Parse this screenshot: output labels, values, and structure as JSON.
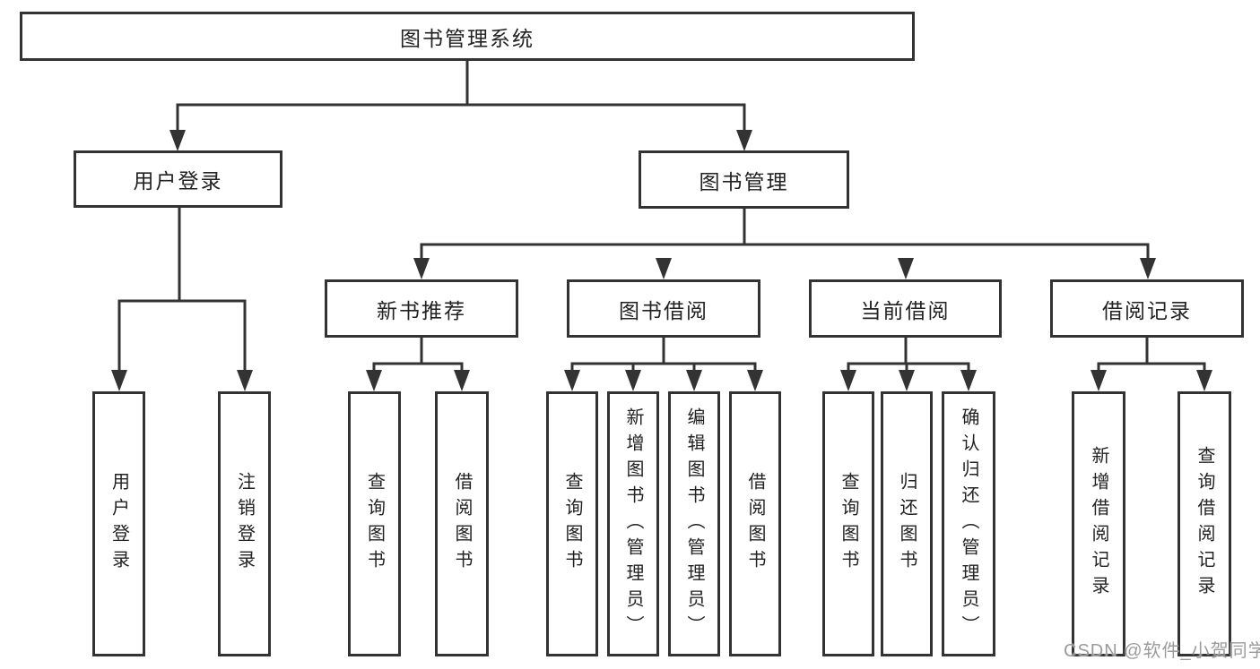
{
  "nodes": {
    "root": "图书管理系统",
    "user_login": "用户登录",
    "book_mgmt": "图书管理",
    "new_book_rec": "新书推荐",
    "book_borrow": "图书借阅",
    "current_borrow": "当前借阅",
    "borrow_record": "借阅记录",
    "leaf_user_login": "用户登录",
    "leaf_logout": "注销登录",
    "leaf_query_book_1": "查询图书",
    "leaf_borrow_book_1": "借阅图书",
    "leaf_query_book_2": "查询图书",
    "leaf_add_book": "新增图书（管理员）",
    "leaf_edit_book": "编辑图书（管理员）",
    "leaf_borrow_book_2": "借阅图书",
    "leaf_query_book_3": "查询图书",
    "leaf_return_book": "归还图书",
    "leaf_confirm_return": "确认归还（管理员）",
    "leaf_add_record": "新增借阅记录",
    "leaf_query_record": "查询借阅记录"
  },
  "hierarchy": {
    "图书管理系统": {
      "用户登录": [
        "用户登录",
        "注销登录"
      ],
      "图书管理": {
        "新书推荐": [
          "查询图书",
          "借阅图书"
        ],
        "图书借阅": [
          "查询图书",
          "新增图书（管理员）",
          "编辑图书（管理员）",
          "借阅图书"
        ],
        "当前借阅": [
          "查询图书",
          "归还图书",
          "确认归还（管理员）"
        ],
        "借阅记录": [
          "新增借阅记录",
          "查询借阅记录"
        ]
      }
    }
  },
  "watermark": {
    "text": "CSDN @软件_小贺同学"
  },
  "colors": {
    "line": "#333333",
    "box_border": "#333333",
    "box_fill": "#ffffff",
    "text": "#222222",
    "watermark": "#9b9b9b",
    "background": "#ffffff"
  }
}
